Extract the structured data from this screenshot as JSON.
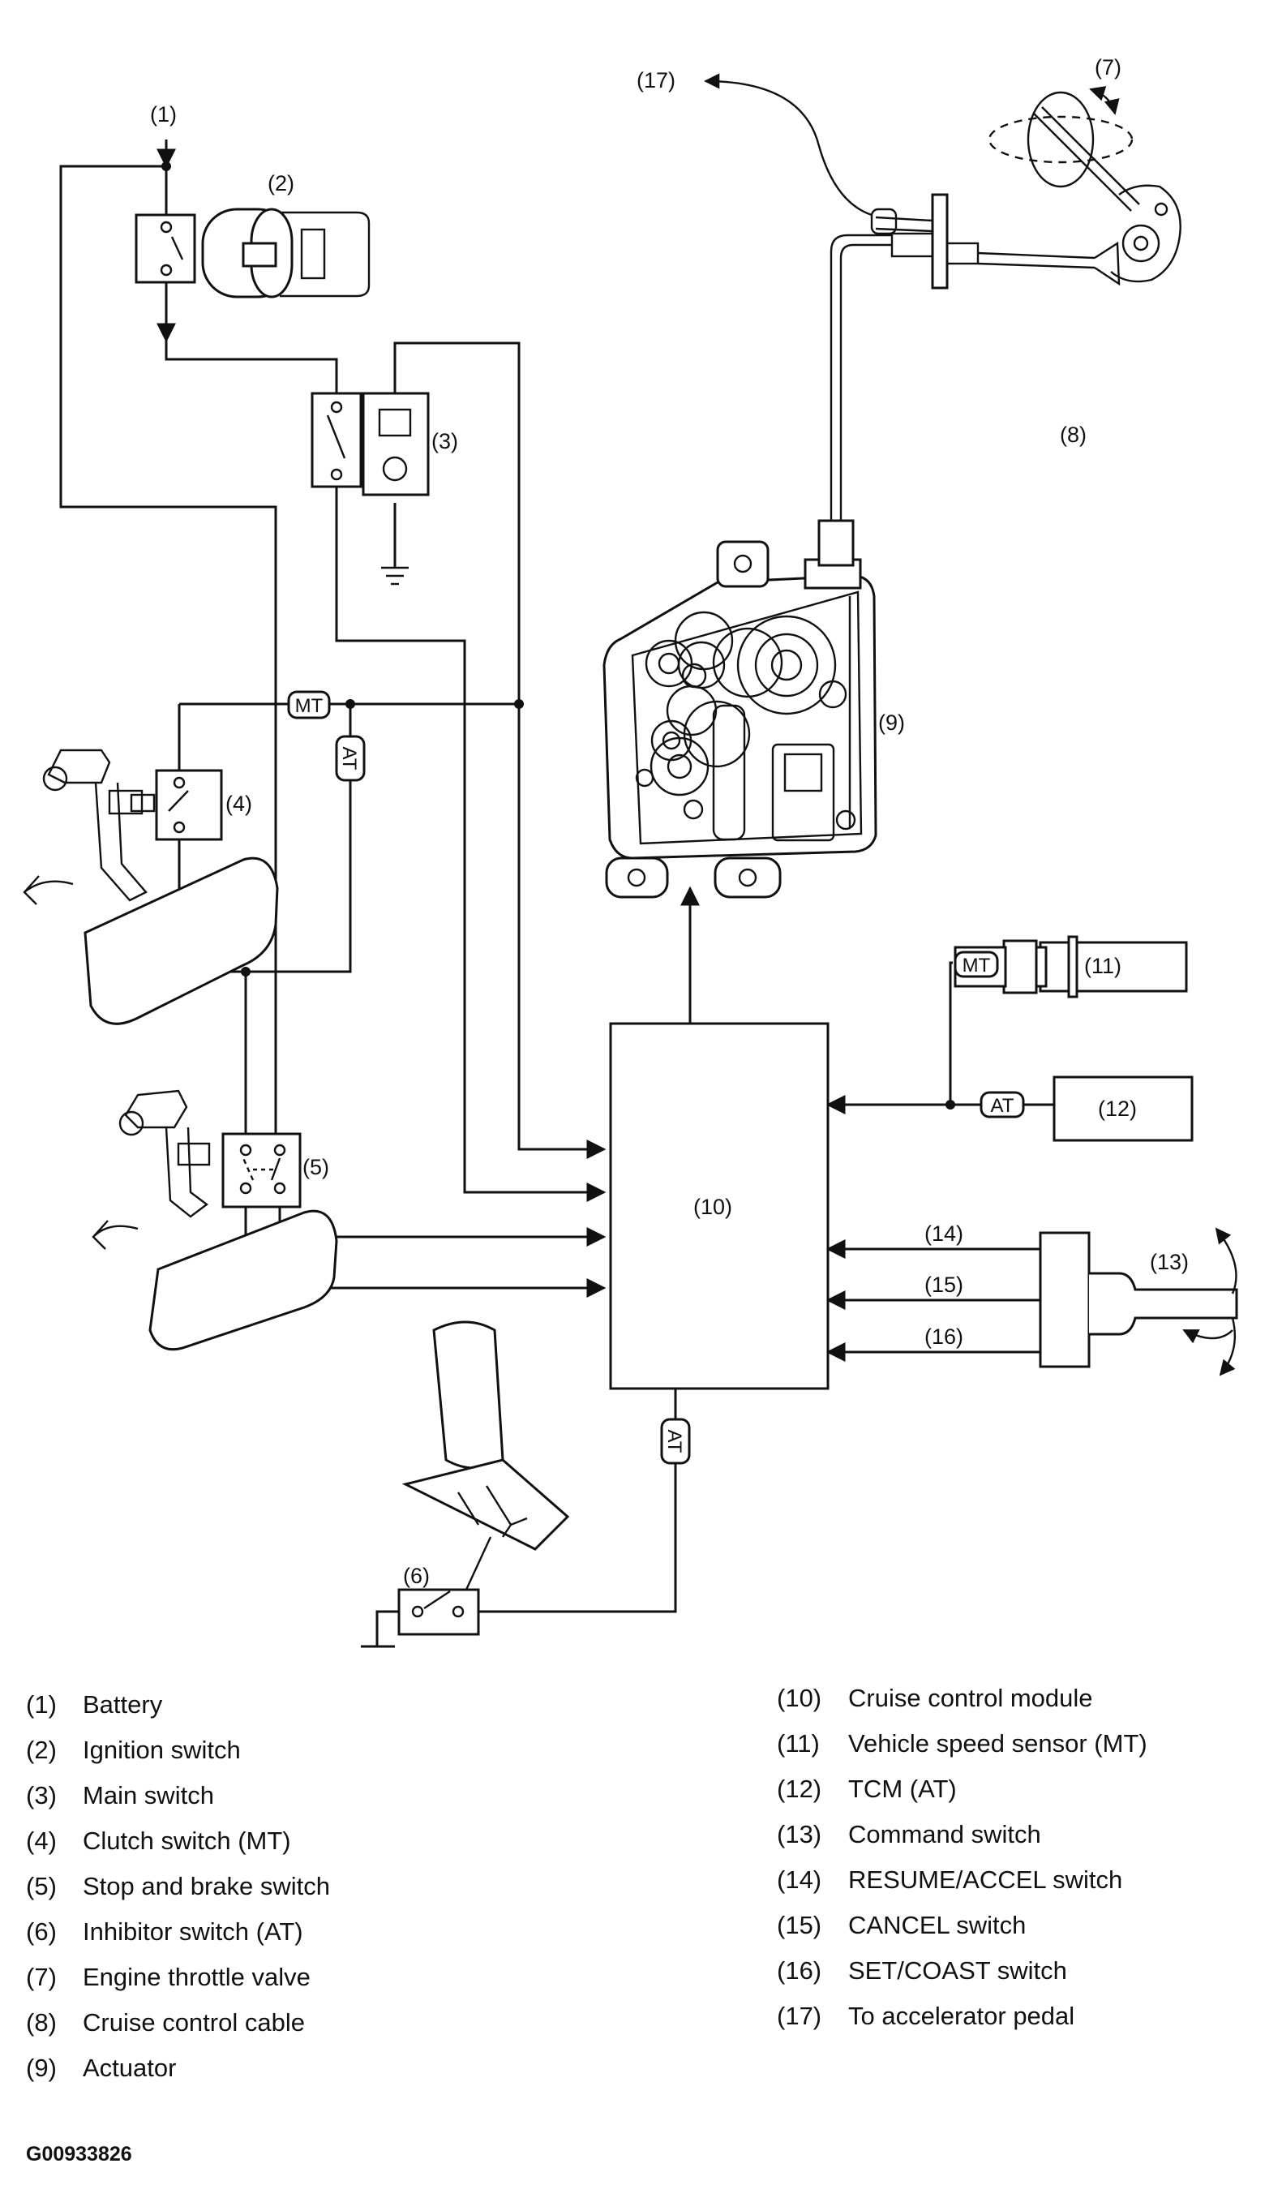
{
  "callouts": {
    "c1": "(1)",
    "c2": "(2)",
    "c3": "(3)",
    "c4": "(4)",
    "c5": "(5)",
    "c6": "(6)",
    "c7": "(7)",
    "c8": "(8)",
    "c9": "(9)",
    "c10": "(10)",
    "c11": "(11)",
    "c12": "(12)",
    "c13": "(13)",
    "c14": "(14)",
    "c15": "(15)",
    "c16": "(16)",
    "c17": "(17)"
  },
  "tags": {
    "mt": "MT",
    "at": "AT"
  },
  "legend_left": [
    {
      "num": "(1)",
      "text": "Battery"
    },
    {
      "num": "(2)",
      "text": "Ignition switch"
    },
    {
      "num": "(3)",
      "text": "Main switch"
    },
    {
      "num": "(4)",
      "text": "Clutch switch (MT)"
    },
    {
      "num": "(5)",
      "text": "Stop and brake switch"
    },
    {
      "num": "(6)",
      "text": "Inhibitor switch (AT)"
    },
    {
      "num": "(7)",
      "text": "Engine throttle valve"
    },
    {
      "num": "(8)",
      "text": "Cruise control cable"
    },
    {
      "num": "(9)",
      "text": "Actuator"
    }
  ],
  "legend_right": [
    {
      "num": "(10)",
      "text": "Cruise control module"
    },
    {
      "num": "(11)",
      "text": "Vehicle speed sensor (MT)"
    },
    {
      "num": "(12)",
      "text": "TCM (AT)"
    },
    {
      "num": "(13)",
      "text": "Command switch"
    },
    {
      "num": "(14)",
      "text": "RESUME/ACCEL switch"
    },
    {
      "num": "(15)",
      "text": "CANCEL switch"
    },
    {
      "num": "(16)",
      "text": "SET/COAST switch"
    },
    {
      "num": "(17)",
      "text": "To accelerator pedal"
    }
  ],
  "figure_code": "G00933826"
}
